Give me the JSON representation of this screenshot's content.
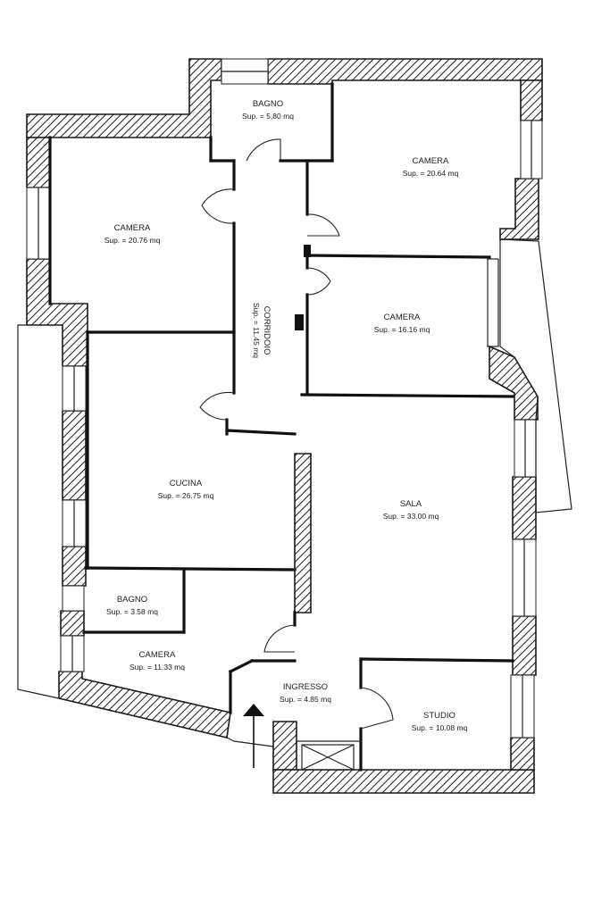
{
  "rooms": [
    {
      "id": "bagno-top",
      "name": "BAGNO",
      "area": "Sup. = 5,80 mq"
    },
    {
      "id": "camera-ne",
      "name": "CAMERA",
      "area": "Sup. = 20.64 mq"
    },
    {
      "id": "camera-nw",
      "name": "CAMERA",
      "area": "Sup. = 20.76 mq"
    },
    {
      "id": "corridoio",
      "name": "CORRIDOIO",
      "area": "Sup. = 11.45 mq"
    },
    {
      "id": "camera-e",
      "name": "CAMERA",
      "area": "Sup. = 16.16 mq"
    },
    {
      "id": "cucina",
      "name": "CUCINA",
      "area": "Sup. = 26.75 mq"
    },
    {
      "id": "sala",
      "name": "SALA",
      "area": "Sup. = 33.00 mq"
    },
    {
      "id": "bagno-small",
      "name": "BAGNO",
      "area": "Sup. = 3.58 mq"
    },
    {
      "id": "camera-sw",
      "name": "CAMERA",
      "area": "Sup. = 11.33 mq"
    },
    {
      "id": "ingresso",
      "name": "INGRESSO",
      "area": "Sup. = 4.85 mq"
    },
    {
      "id": "studio",
      "name": "STUDIO",
      "area": "Sup. = 10.08 mq"
    }
  ],
  "symbols": {
    "entrance_arrow": "arrow-up-icon",
    "stairwell": "cross-box-icon"
  }
}
